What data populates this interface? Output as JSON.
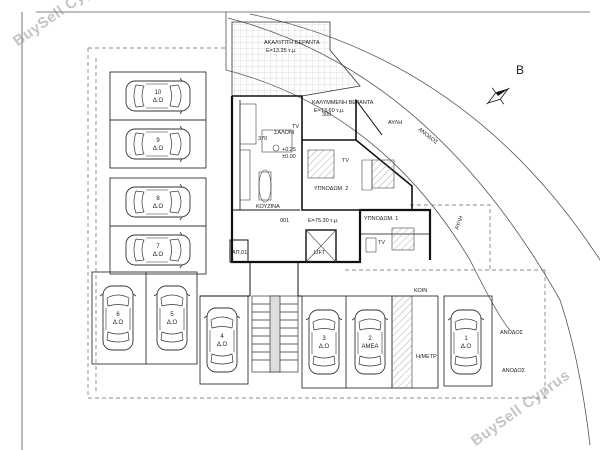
{
  "watermark": "BuySell Cyprus",
  "north": "B",
  "rooms": {
    "uncovered_veranda": "ΑΚΑΛΥΠΤΗ ΒΕΡΑΝΤΑ",
    "uncovered_veranda_area": "E=13.25 τ.μ.",
    "covered_veranda": "ΚΑΛΥΜΜΕΝΗ ΒΕΡΑΝΤΑ",
    "covered_veranda_area": "E=13.60 τ.μ.",
    "living": "ΣΑΛΟΝΙ",
    "kitchen": "ΚΟΥΖΙΝΑ",
    "bedroom2": "ΥΠΝΟΔΩΜ. 2",
    "bedroom1": "ΥΠΝΟΔΩΜ. 1",
    "lift": "LIFT",
    "storage": "ΑΠ.01",
    "apartment_no": "001",
    "apartment_area": "E=75.30 τ.μ.",
    "courtyard": "ΑΥΛΗ",
    "courtyard_side": "ΑΥΛΗ",
    "bins": "ΚΟΙΝ",
    "meters": "Η/ΜΕΤΡ",
    "level1": "+0.25",
    "level2": "±0.00",
    "tv1": "TV",
    "tv2": "TV",
    "tv3": "TV",
    "dim_300": "300",
    "dim_370": "370"
  },
  "road_labels": [
    "ΑΝΟΔΟΣ",
    "ΑΝΟΔΟΣ",
    "ΑΝΟΔΟΣ"
  ],
  "parking": [
    {
      "num": "10",
      "tag": "Δ.Ο"
    },
    {
      "num": "9",
      "tag": "Δ.Ο"
    },
    {
      "num": "8",
      "tag": "Δ.Ο"
    },
    {
      "num": "7",
      "tag": "Δ.Ο"
    },
    {
      "num": "6",
      "tag": "Δ.Ο"
    },
    {
      "num": "5",
      "tag": "Δ.Ο"
    },
    {
      "num": "4",
      "tag": "Δ.Ο"
    },
    {
      "num": "3",
      "tag": "Δ.Ο"
    },
    {
      "num": "2",
      "tag": "ΑΜΕΑ"
    },
    {
      "num": "1",
      "tag": "Δ.Ο"
    }
  ]
}
